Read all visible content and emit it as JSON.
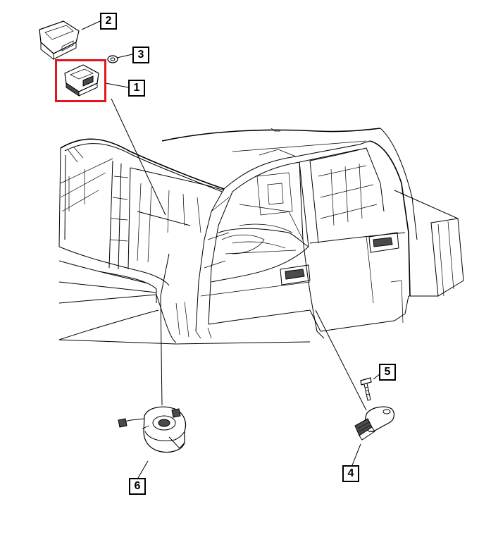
{
  "diagram": {
    "callouts": [
      {
        "id": "1",
        "label": "1"
      },
      {
        "id": "2",
        "label": "2"
      },
      {
        "id": "3",
        "label": "3"
      },
      {
        "id": "4",
        "label": "4"
      },
      {
        "id": "5",
        "label": "5"
      },
      {
        "id": "6",
        "label": "6"
      }
    ],
    "highlighted_part": "1",
    "colors": {
      "line": "#000000",
      "highlight": "#e0161c",
      "background": "#ffffff"
    }
  }
}
